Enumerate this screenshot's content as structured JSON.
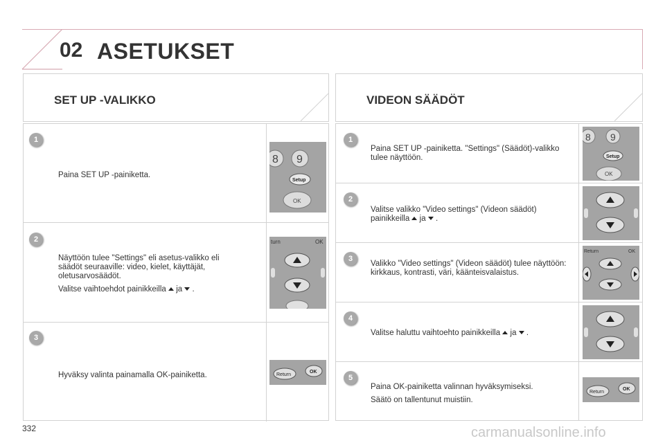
{
  "header": {
    "chapter_number": "02",
    "chapter_title": "ASETUKSET"
  },
  "left": {
    "title": "SET UP -VALIKKO",
    "steps": [
      {
        "number": "1",
        "paragraphs": [
          "Paina SET UP -painiketta."
        ],
        "image": "remote-setup-button"
      },
      {
        "number": "2",
        "paragraphs": [
          "Näyttöön tulee \"Settings\" eli asetus-valikko eli säädöt seuraaville: video, kielet, käyttäjät, oletusarvosäädöt."
        ],
        "line_text_before": "Valitse vaihtoehdot painikkeilla",
        "line_conj": "ja",
        "line_end": ".",
        "image": "remote-arrow-pad"
      },
      {
        "number": "3",
        "paragraphs": [
          "Hyväksy valinta painamalla OK-painiketta."
        ],
        "image": "remote-return-ok"
      }
    ]
  },
  "right": {
    "title": "VIDEON SÄÄDÖT",
    "steps": [
      {
        "number": "1",
        "paragraphs": [
          "Paina SET UP -painiketta. \"Settings\" (Säädöt)-valikko tulee näyttöön."
        ],
        "image": "remote-setup-button"
      },
      {
        "number": "2",
        "line_text_before": "Valitse valikko \"Video settings\" (Videon säädöt) painikkeilla",
        "line_conj": "ja",
        "line_end": ".",
        "image": "remote-arrow-pad"
      },
      {
        "number": "3",
        "paragraphs": [
          "Valikko \"Video settings\" (Videon säädöt) tulee näyttöön: kirkkaus, kontrasti, väri, käänteisvalaistus."
        ],
        "image": "remote-return-ok-arrows"
      },
      {
        "number": "4",
        "line_text_before": "Valitse haluttu vaihtoehto painikkeilla",
        "line_conj": "ja",
        "line_end": ".",
        "image": "remote-arrow-pad"
      },
      {
        "number": "5",
        "paragraphs": [
          "Paina OK-painiketta valinnan hyväksymiseksi.",
          "Säätö on tallentunut muistiin."
        ],
        "image": "remote-return-ok"
      }
    ]
  },
  "remote_labels": {
    "setup": "Setup",
    "ok": "OK",
    "return": "Return",
    "return_cut": "turn",
    "eight": "8",
    "nine": "9"
  },
  "footer": {
    "page_number": "332",
    "watermark": "carmanualsonline.info"
  },
  "colors": {
    "header_line": "#d8aab4",
    "badge": "#a9a9a9",
    "border": "#d2d2d2"
  }
}
